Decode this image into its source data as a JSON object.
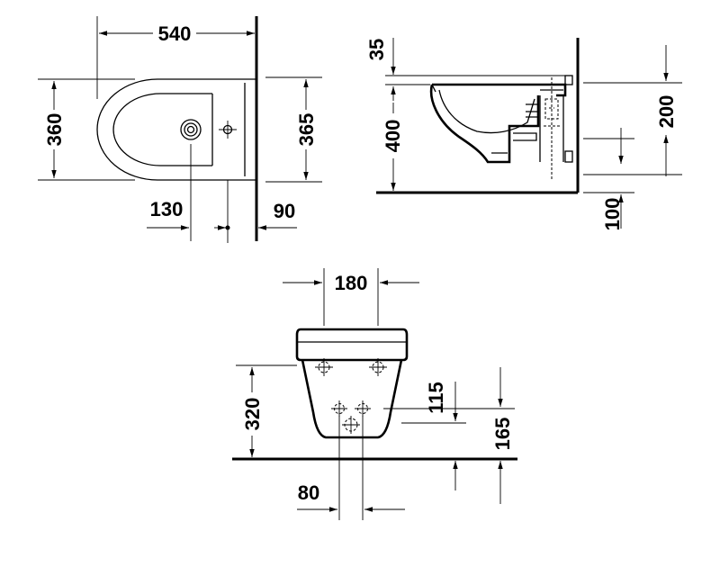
{
  "top_view": {
    "dim_length": "540",
    "dim_width_left": "360",
    "dim_width_right": "365",
    "dim_hole_offset": "130",
    "dim_wall_offset": "90"
  },
  "side_view": {
    "dim_top": "35",
    "dim_height": "400",
    "dim_fixing_height": "200",
    "dim_drain_height": "100"
  },
  "front_view": {
    "dim_bolt_spacing_top": "180",
    "dim_bowl_height": "320",
    "dim_bolt_height_inner": "115",
    "dim_bolt_height_outer": "165",
    "dim_bolt_spacing_bottom": "80"
  }
}
